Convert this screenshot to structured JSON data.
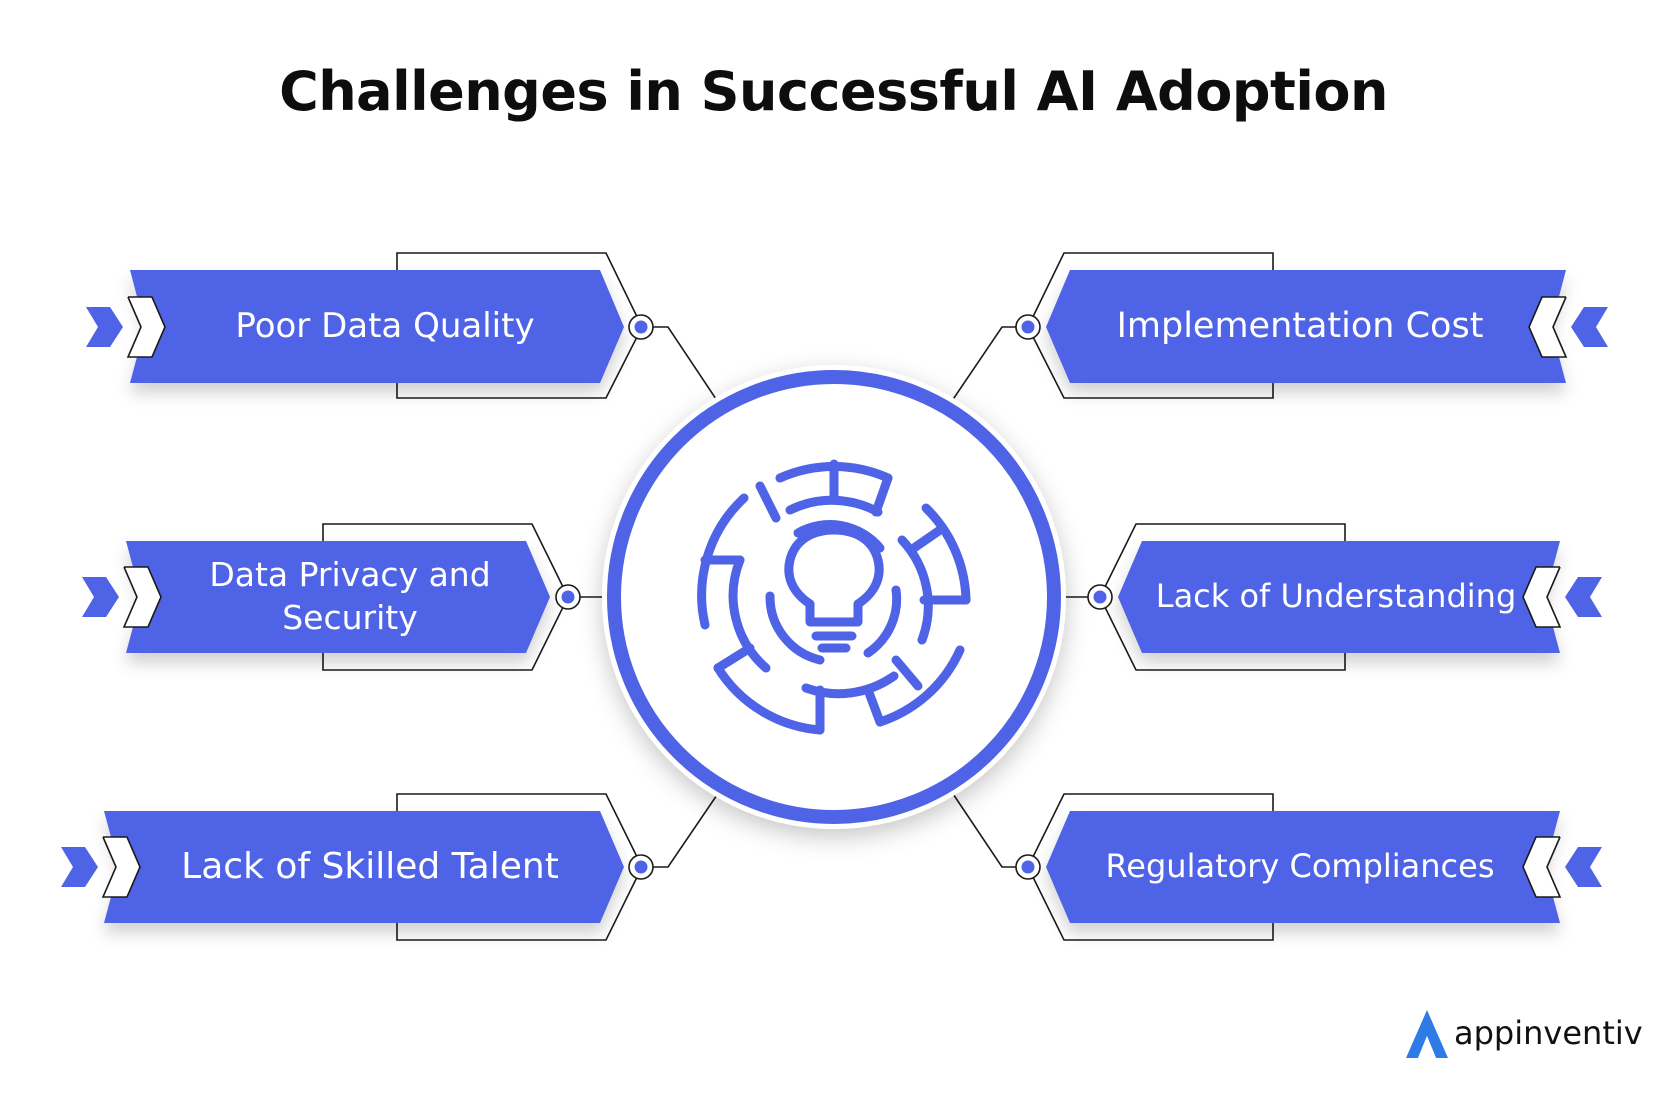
{
  "title": "Challenges in Successful AI Adoption",
  "accent_color": "#4f63e6",
  "outline_color": "#1a1a1a",
  "center_icon": "maze-lightbulb-icon",
  "challenges": [
    {
      "label": "Poor Data Quality",
      "side": "left"
    },
    {
      "label": "Data Privacy and Security",
      "side": "left"
    },
    {
      "label": "Lack of Skilled Talent",
      "side": "left"
    },
    {
      "label": "Implementation Cost",
      "side": "right"
    },
    {
      "label": "Lack of Understanding",
      "side": "right"
    },
    {
      "label": "Regulatory Compliances",
      "side": "right"
    }
  ],
  "brand": {
    "name": "appinventiv",
    "logo_icon": "appinventiv-logo-icon"
  }
}
